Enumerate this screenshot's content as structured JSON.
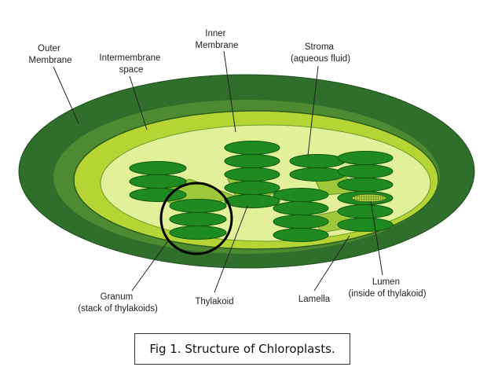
{
  "labels": {
    "outer_membrane": [
      "Outer",
      "Membrane"
    ],
    "intermembrane_space": [
      "Intermembrane",
      "space"
    ],
    "inner_membrane": [
      "Inner",
      "Membrane"
    ],
    "stroma": [
      "Stroma",
      "(aqueous fluid)"
    ],
    "granum": [
      "Granum",
      "(stack of thylakoids)"
    ],
    "thylakoid": [
      "Thylakoid"
    ],
    "lamella": [
      "Lamella"
    ],
    "lumen": [
      "Lumen",
      "(inside of thylakoid)"
    ]
  },
  "caption": "Fig 1. Structure of Chloroplasts.",
  "colors": {
    "outer_membrane": "#2f6e2b",
    "intermembrane_space": "#4d8a31",
    "inner_membrane": "#b6d433",
    "stroma": "#e2f09a",
    "thylakoid": "#1f8a1f",
    "lamella": "#9cc83a"
  }
}
